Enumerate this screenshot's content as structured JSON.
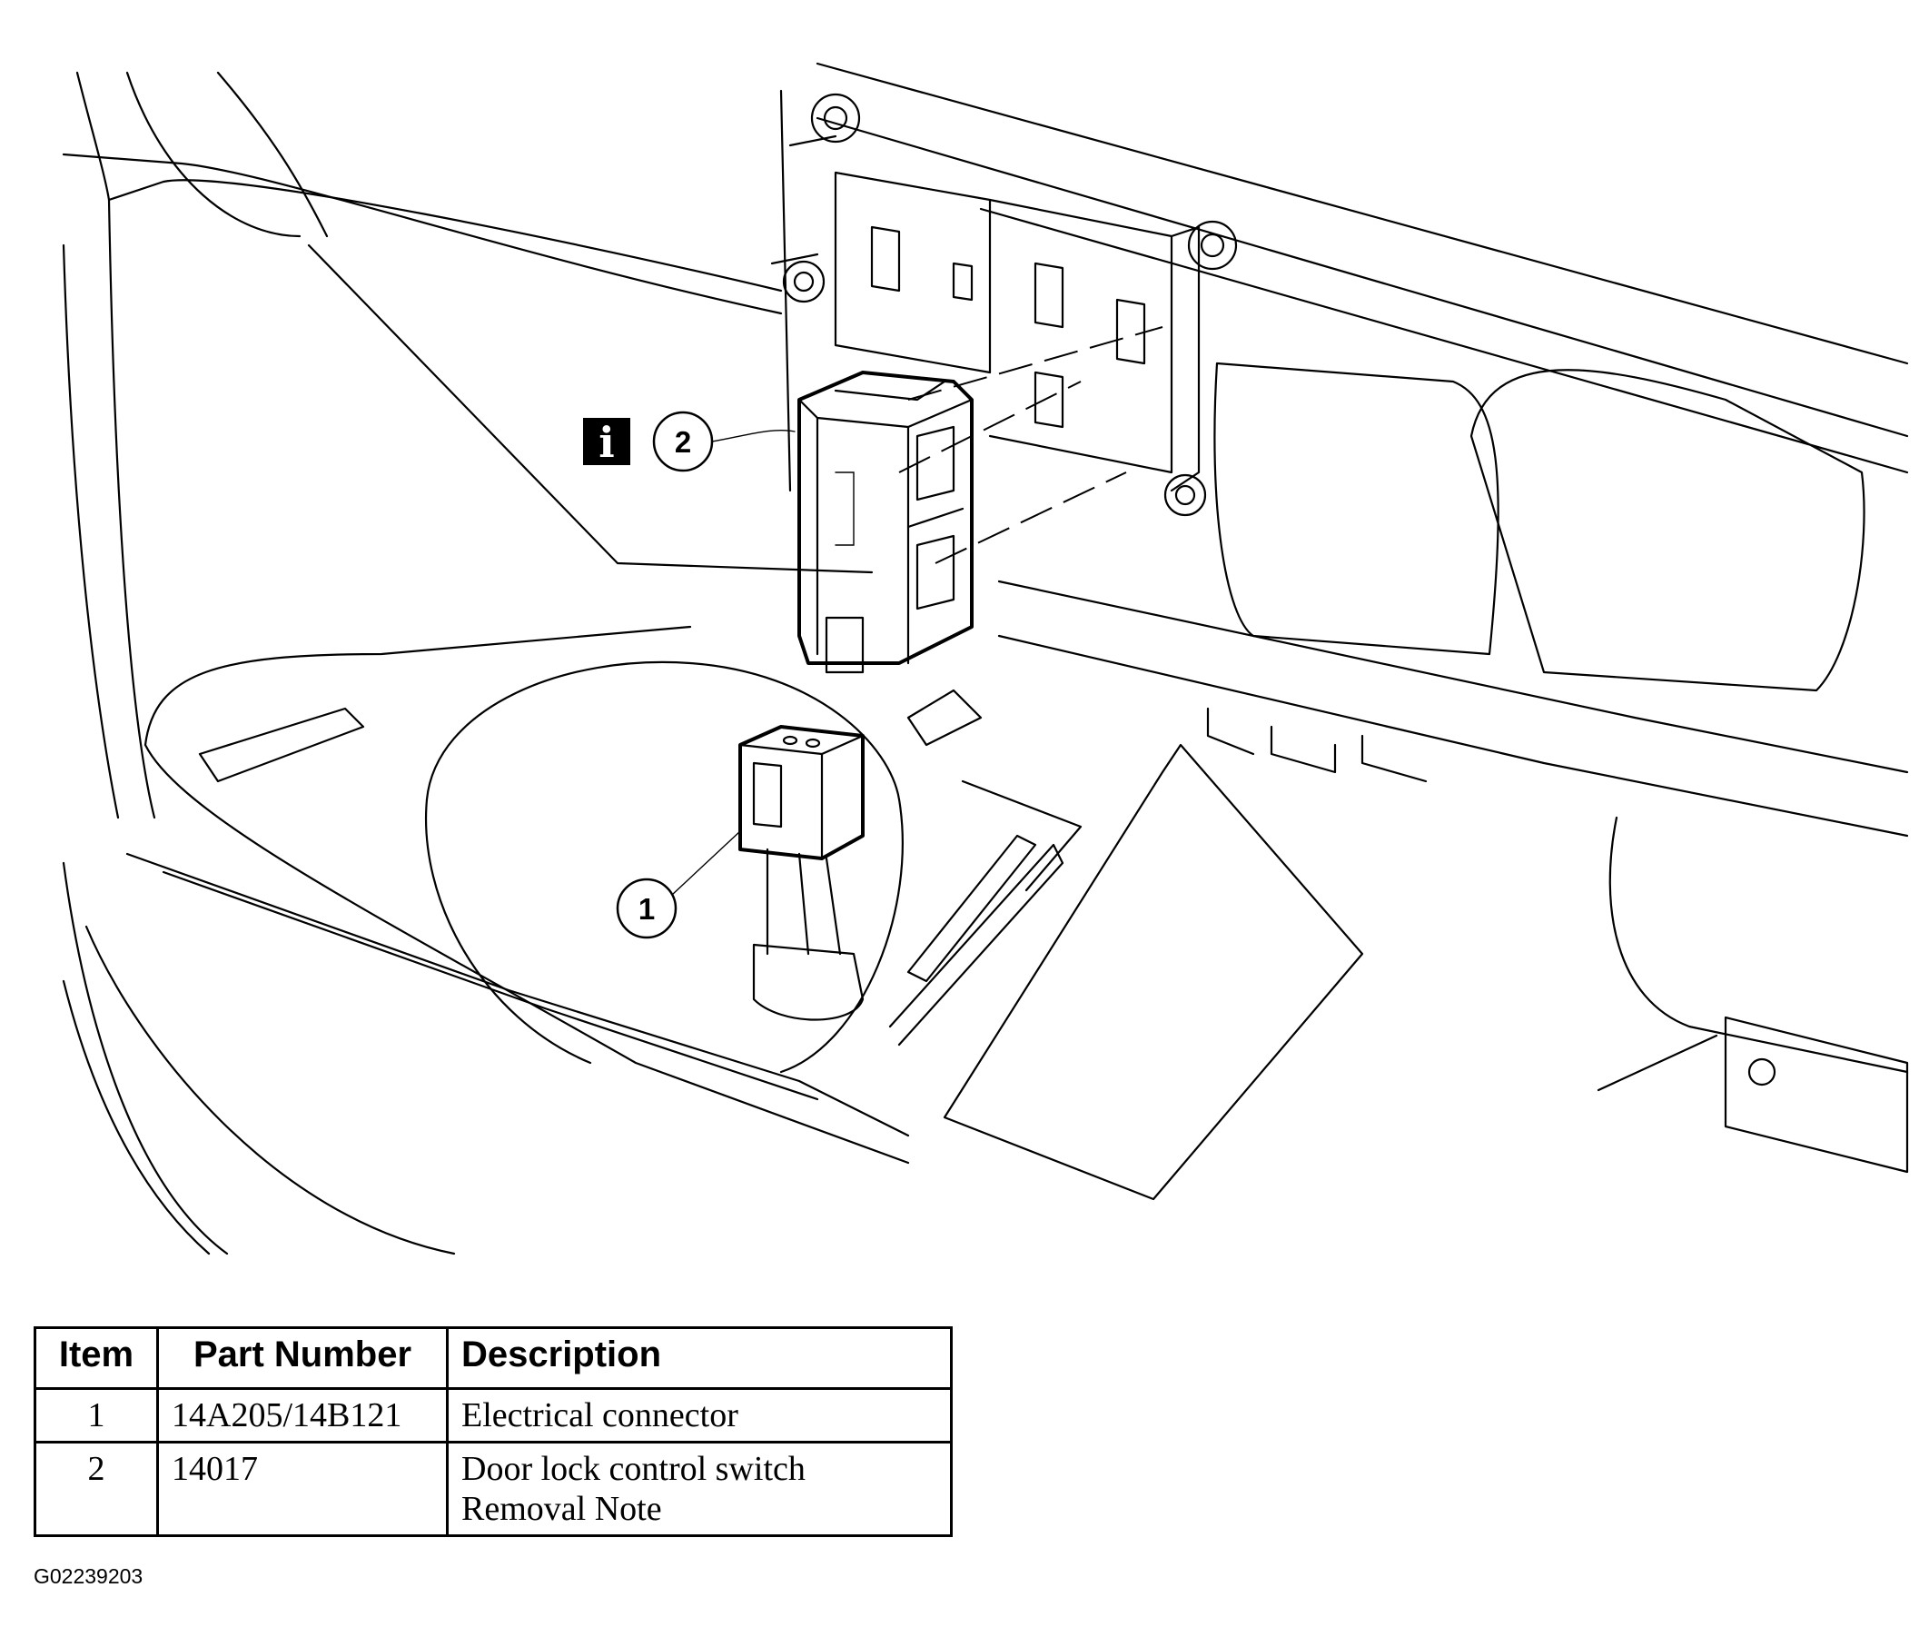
{
  "callouts": {
    "item1": "1",
    "item2": "2",
    "info_glyph": "i"
  },
  "table": {
    "headers": {
      "item": "Item",
      "part_number": "Part Number",
      "description": "Description"
    },
    "rows": [
      {
        "item": "1",
        "part_number": "14A205/14B121",
        "description": [
          "Electrical connector"
        ]
      },
      {
        "item": "2",
        "part_number": "14017",
        "description": [
          "Door lock control switch",
          "Removal Note"
        ]
      }
    ]
  },
  "figure_id": "G02239203",
  "icons": [
    "info-icon"
  ]
}
